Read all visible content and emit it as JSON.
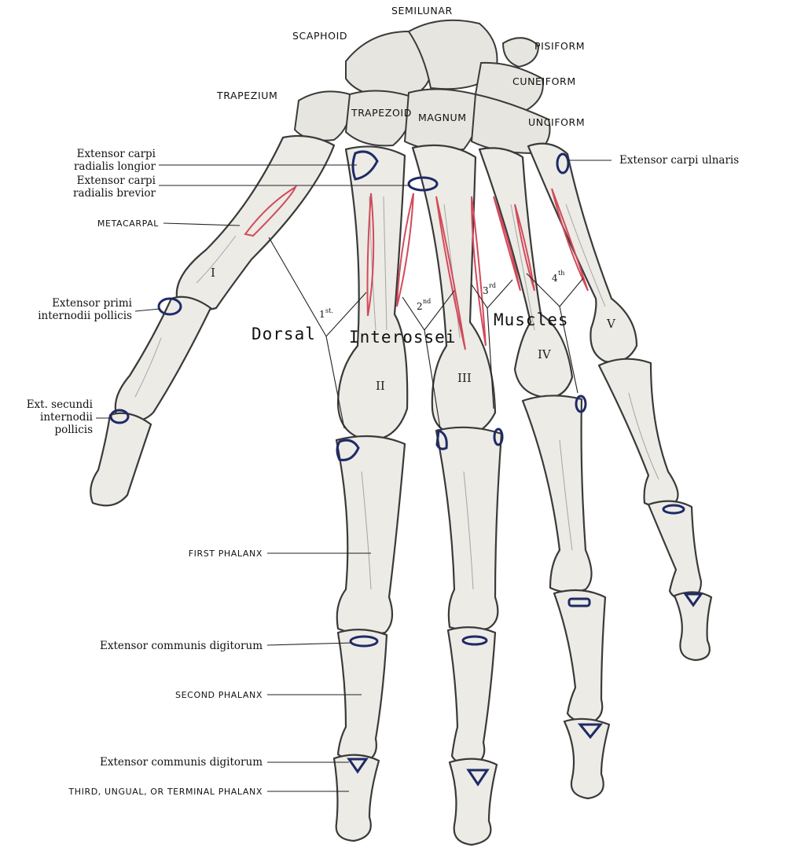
{
  "carpals": {
    "semilunar": "SEMILUNAR",
    "scaphoid": "SCAPHOID",
    "pisiform": "PISIFORM",
    "cuneiform": "CUNEIFORM",
    "trapezium": "TRAPEZIUM",
    "trapezoid": "TRAPEZOID",
    "magnum": "MAGNUM",
    "unciform": "UNCIFORM"
  },
  "left_labels": {
    "ecrl_line1": "Extensor carpi",
    "ecrl_line2": "radialis longior",
    "ecrb_line1": "Extensor carpi",
    "ecrb_line2": "radialis brevior",
    "metacarpal": "METACARPAL",
    "epip_line1": "Extensor primi",
    "epip_line2": "internodii pollicis",
    "esip_line1": "Ext. secundi",
    "esip_line2": "internodii",
    "esip_line3": "pollicis",
    "first_phalanx": "FIRST PHALANX",
    "ecd_1": "Extensor communis digitorum",
    "second_phalanx": "SECOND PHALANX",
    "ecd_2": "Extensor communis digitorum",
    "third_phalanx": "THIRD, UNGUAL, OR TERMINAL PHALANX"
  },
  "right_labels": {
    "ecu": "Extensor carpi ulnaris"
  },
  "roman_numerals": {
    "one": "I",
    "two": "II",
    "three": "III",
    "four": "IV",
    "five": "V"
  },
  "interossei": {
    "word1": "Dorsal",
    "word2": "Interossei",
    "word3": "Muscles",
    "first": "1",
    "first_sup": "st.",
    "second": "2",
    "second_sup": "nd",
    "third": "3",
    "third_sup": "rd",
    "fourth": "4",
    "fourth_sup": "th"
  },
  "colors": {
    "insertion": "#1f2a66",
    "origin": "#d24a5a",
    "bone": "#ecebe6"
  }
}
